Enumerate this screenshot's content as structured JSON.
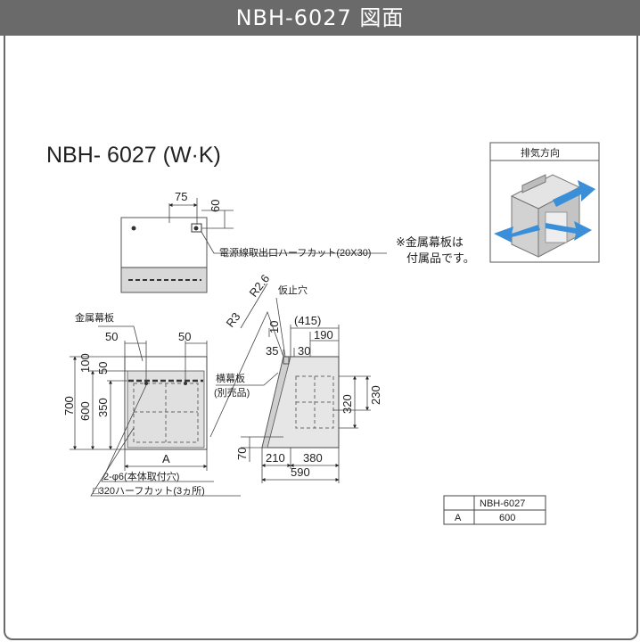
{
  "header": {
    "title": "NBH-6027 図面"
  },
  "drawing": {
    "model_title": "NBH- 6027 (W·K)",
    "top_view": {
      "dim_75": "75",
      "dim_60": "60",
      "cutout_note": "電源線取出口ハーフカット(20X30)"
    },
    "front_view": {
      "panel_label": "金属幕板",
      "dim_50_left": "50",
      "dim_50_right": "50",
      "dim_100": "100",
      "dim_50_v": "50",
      "dim_700": "700",
      "dim_600": "600",
      "dim_350": "350",
      "dim_A": "A",
      "hole_note": "2-φ6(本体取付穴)",
      "halfcut_note": "□320ハーフカット(3ヵ所)"
    },
    "side_view": {
      "r26": "R2.6",
      "r3": "R3",
      "stop_hole": "仮止穴",
      "dim_10": "10",
      "dim_415": "(415)",
      "dim_190": "190",
      "dim_35": "35",
      "dim_30": "30",
      "side_panel": "横幕板",
      "side_panel_sub": "(別売品)",
      "dim_320": "320",
      "dim_230": "230",
      "dim_70": "70",
      "dim_210": "210",
      "dim_380": "380",
      "dim_590": "590"
    },
    "exhaust": {
      "label": "排気方向"
    },
    "note_line1": "※金属幕板は",
    "note_line2": "付属品です。",
    "table": {
      "header": [
        "",
        "NBH-6027"
      ],
      "rows": [
        [
          "A",
          "600"
        ]
      ]
    }
  },
  "colors": {
    "header_bg": "#6a6a6a",
    "arrow": "#3a8fd8",
    "panel_gray": "#cfcfcf"
  }
}
